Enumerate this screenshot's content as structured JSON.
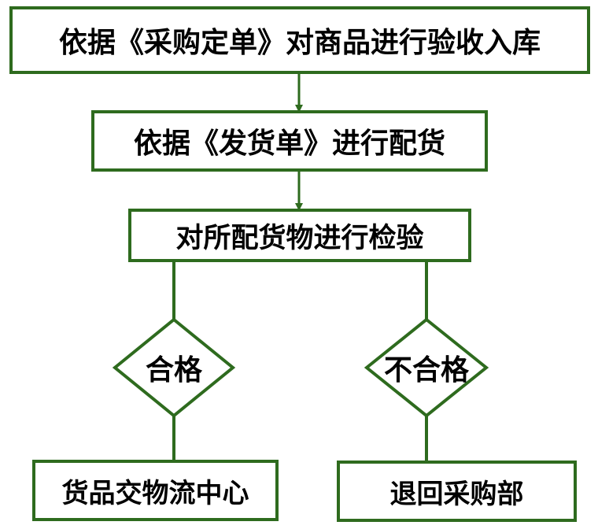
{
  "nodes": {
    "receive": "依据《采购定单》对商品进行验收入库",
    "allocate": "依据《发货单》进行配货",
    "inspect": "对所配货物进行检验",
    "pass": "合格",
    "fail": "不合格",
    "to_logistics": "货品交物流中心",
    "return": "退回采购部"
  },
  "colors": {
    "stroke": "#2e6b1e",
    "text": "#000000",
    "background": "#ffffff"
  }
}
